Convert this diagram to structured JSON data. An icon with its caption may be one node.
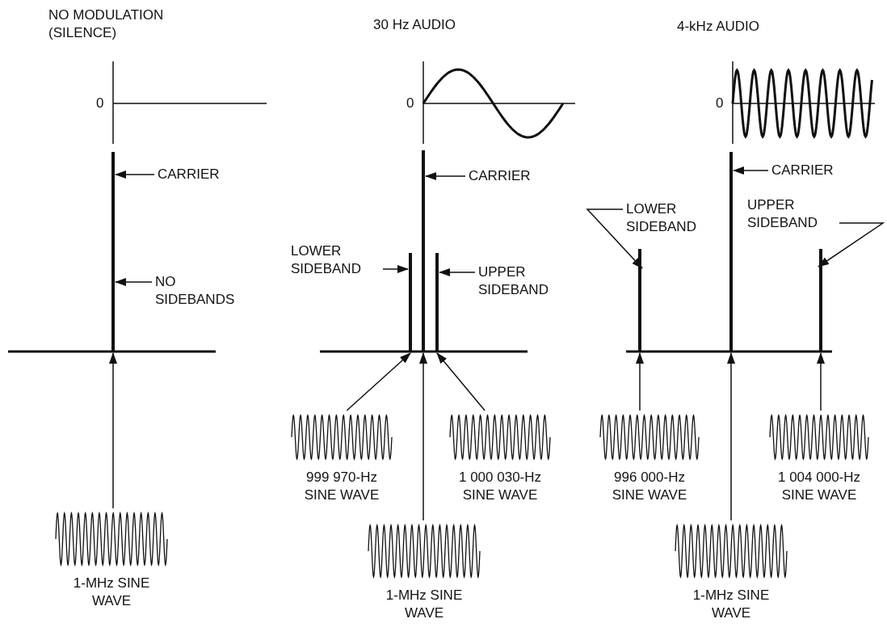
{
  "diagram": {
    "nodes": [
      {
        "text": [
          "1-MHz SINE WAVE"
        ]
      },
      {
        "text": [],
        "shape": "bar"
      },
      {
        "text": [
          "CARRIER"
        ]
      },
      {
        "text": [
          "NO SIDEBANDS"
        ]
      },
      {
        "text": [
          "999 970-Hz SINE WAVE"
        ]
      },
      {
        "text": [
          "1 000 030-Hz SINE WAVE"
        ]
      },
      {
        "text": [
          "1-MHz SINE WAVE"
        ]
      },
      {
        "text": [],
        "shape": "bar"
      },
      {
        "text": [],
        "shape": "bar"
      },
      {
        "text": [],
        "shape": "bar"
      },
      {
        "text": [
          "CARRIER"
        ]
      },
      {
        "text": [
          "LOWER SIDEBAND"
        ]
      },
      {
        "text": [
          "UPPER SIDEBAND"
        ]
      },
      {
        "text": [
          "996 000-Hz SINE WAVE"
        ]
      },
      {
        "text": [
          "1 004 000-Hz SINE WAVE"
        ]
      },
      {
        "text": [
          "1-MHz SINE WAVE"
        ]
      },
      {
        "text": [],
        "shape": "bar"
      },
      {
        "text": [],
        "shape": "bar"
      },
      {
        "text": [],
        "shape": "bar"
      },
      {
        "text": [
          "CARRIER"
        ]
      },
      {
        "text": [
          "LOWER SIDEBAND"
        ]
      },
      {
        "text": [
          "UPPER SIDEBAND"
        ]
      }
    ],
    "edges": [
      {
        "from": 0,
        "to": 1,
        "arrow": "to"
      },
      {
        "from": 2,
        "to": 1,
        "arrow": "to"
      },
      {
        "from": 3,
        "to": 1,
        "arrow": "to"
      },
      {
        "from": 4,
        "to": 7,
        "arrow": "to"
      },
      {
        "from": 6,
        "to": 8,
        "arrow": "to"
      },
      {
        "from": 5,
        "to": 9,
        "arrow": "to"
      },
      {
        "from": 10,
        "to": 8,
        "arrow": "to"
      },
      {
        "from": 11,
        "to": 7,
        "arrow": "to"
      },
      {
        "from": 12,
        "to": 9,
        "arrow": "to"
      },
      {
        "from": 13,
        "to": 16,
        "arrow": "to"
      },
      {
        "from": 15,
        "to": 17,
        "arrow": "to"
      },
      {
        "from": 14,
        "to": 18,
        "arrow": "to"
      },
      {
        "from": 19,
        "to": 17,
        "arrow": "to"
      },
      {
        "from": 20,
        "to": 16,
        "arrow": "to"
      },
      {
        "from": 21,
        "to": 18,
        "arrow": "to"
      }
    ],
    "labels": [
      "NO MODULATION (SILENCE)",
      "30 Hz AUDIO",
      "4-kHz AUDIO",
      "0",
      "0",
      "0"
    ]
  }
}
